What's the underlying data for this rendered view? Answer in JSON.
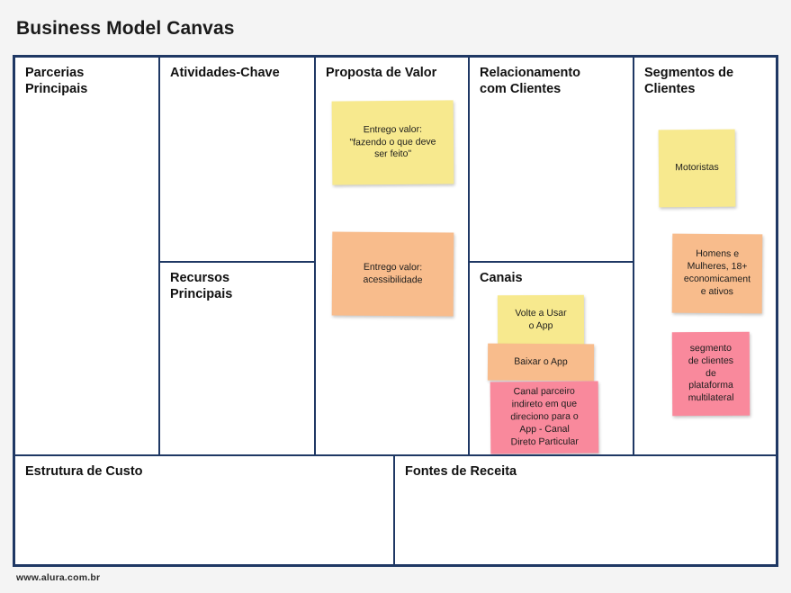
{
  "page": {
    "title": "Business Model Canvas",
    "footer_url": "www.alura.com.br",
    "background_color": "#f4f4f4",
    "frame_border_color": "#1f3864"
  },
  "colors": {
    "note_yellow": "#f7e98e",
    "note_orange": "#f8bc8c",
    "note_pink": "#f9899c",
    "border": "#1f3864",
    "text": "#111111"
  },
  "canvas": {
    "blocks": [
      {
        "key": "parcerias_principais",
        "title": "Parcerias\nPrincipais",
        "notes": []
      },
      {
        "key": "atividades_chave",
        "title": "Atividades-Chave",
        "notes": []
      },
      {
        "key": "recursos_principais",
        "title": "Recursos\nPrincipais",
        "notes": []
      },
      {
        "key": "proposta_de_valor",
        "title": "Proposta de Valor",
        "notes": [
          {
            "color": "yellow",
            "text": "Entrego valor:\n\"fazendo o que deve\nser feito\""
          },
          {
            "color": "orange",
            "text": "Entrego valor:\nacessibilidade"
          }
        ]
      },
      {
        "key": "relacionamento_com_clientes",
        "title": "Relacionamento\ncom Clientes",
        "notes": []
      },
      {
        "key": "canais",
        "title": "Canais",
        "notes": [
          {
            "color": "yellow",
            "text": "Volte a Usar\no App"
          },
          {
            "color": "orange",
            "text": "Baixar o App"
          },
          {
            "color": "pink",
            "text": "Canal parceiro\nindireto em que\ndireciono para o\nApp - Canal\nDireto Particular"
          }
        ]
      },
      {
        "key": "segmentos_de_clientes",
        "title": "Segmentos de\nClientes",
        "notes": [
          {
            "color": "yellow",
            "text": "Motoristas"
          },
          {
            "color": "orange",
            "text": "Homens e\nMulheres, 18+\neconomicament\ne ativos"
          },
          {
            "color": "pink",
            "text": "segmento\nde clientes\nde\nplataforma\nmultilateral"
          }
        ]
      },
      {
        "key": "estrutura_de_custo",
        "title": "Estrutura de Custo",
        "notes": []
      },
      {
        "key": "fontes_de_receita",
        "title": "Fontes de Receita",
        "notes": []
      }
    ]
  }
}
